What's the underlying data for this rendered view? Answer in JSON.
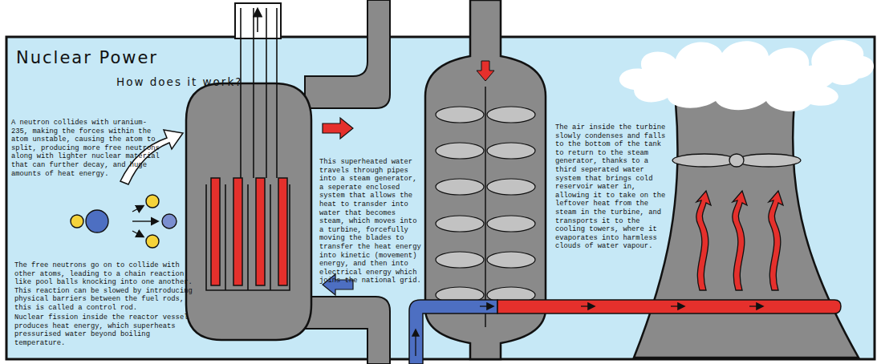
{
  "diagram": {
    "title": "Nuclear Power",
    "labels": [
      "How does it work?",
      "A neutron collides with uranium-235, making the forces within the atom unstable, causing the atom to split, producing more free neutrons along with lighter nuclear material that can further decay, and huge amounts of heat energy.",
      "The free neutrons go on to collide with other atoms, leading to a chain reaction like pool balls knocking into one another. This reaction can be slowed by introducing physical barriers between the fuel rods, this is called a control rod.",
      "Nuclear fission inside the reactor vessel produces heat energy, which superheats pressurised water beyond boiling temperature.",
      "This superheated water travels through pipes into a steam generator, a seperate enclosed system that allows the heat to transder into water that becomes steam, which moves into a turbine, forcefully moving the blades to transfer the heat energy into kinetic (movement) energy, and then into electrical energy which joins the national grid.",
      "The air inside the turbine slowly condenses and falls to the bottom of the tank to return to the steam generator, thanks to a third seperated water system that brings cold reservoir water in, allowing it to take on the leftover heat from the steam in the turbine, and transports it to the cooling towers, where it evaporates into harmless clouds of water vapour."
    ]
  }
}
